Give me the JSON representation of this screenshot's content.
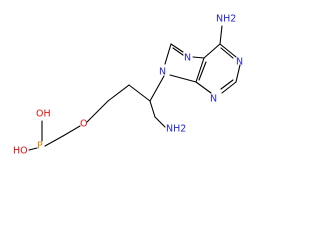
{
  "atoms": {
    "nh2_top": "NH2",
    "n_ring_top": "N",
    "n_ring_right": "N",
    "n_ring_bottom": "N",
    "n9": "N",
    "o_ether": "O",
    "p": "P",
    "oh_top": "OH",
    "oh_bottom": "HO",
    "nh2_bottom": "NH2"
  },
  "colors": {
    "carbon": "#000000",
    "nitrogen": "#2525d8",
    "oxygen": "#e01010",
    "phosphorus": "#d98000"
  }
}
